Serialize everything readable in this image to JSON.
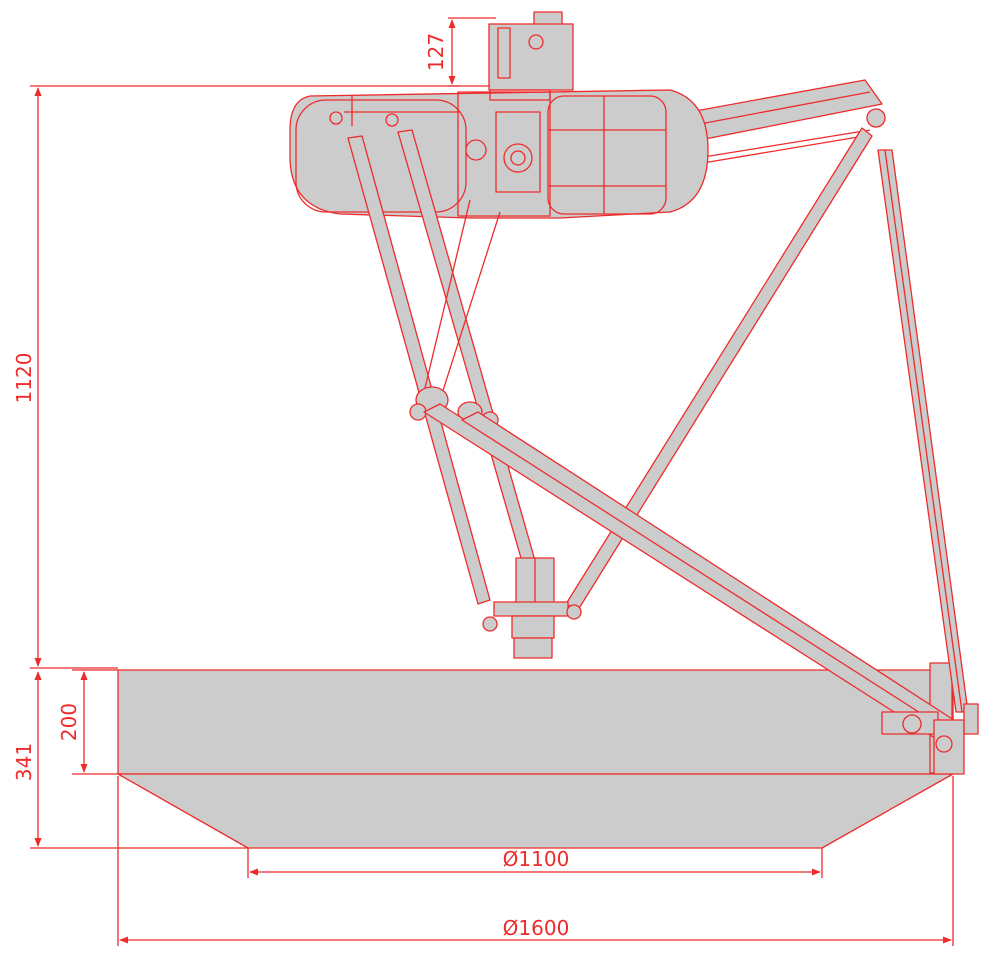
{
  "colors": {
    "line": "#ee2b2b",
    "fill": "#cccccd",
    "background": "#ffffff"
  },
  "dimensions": {
    "motor_height": "127",
    "overall_height": "1120",
    "workspace_upper_height": "200",
    "workspace_total_height": "341",
    "workspace_lower_diameter": "Ø1100",
    "workspace_upper_diameter": "Ø1600"
  }
}
